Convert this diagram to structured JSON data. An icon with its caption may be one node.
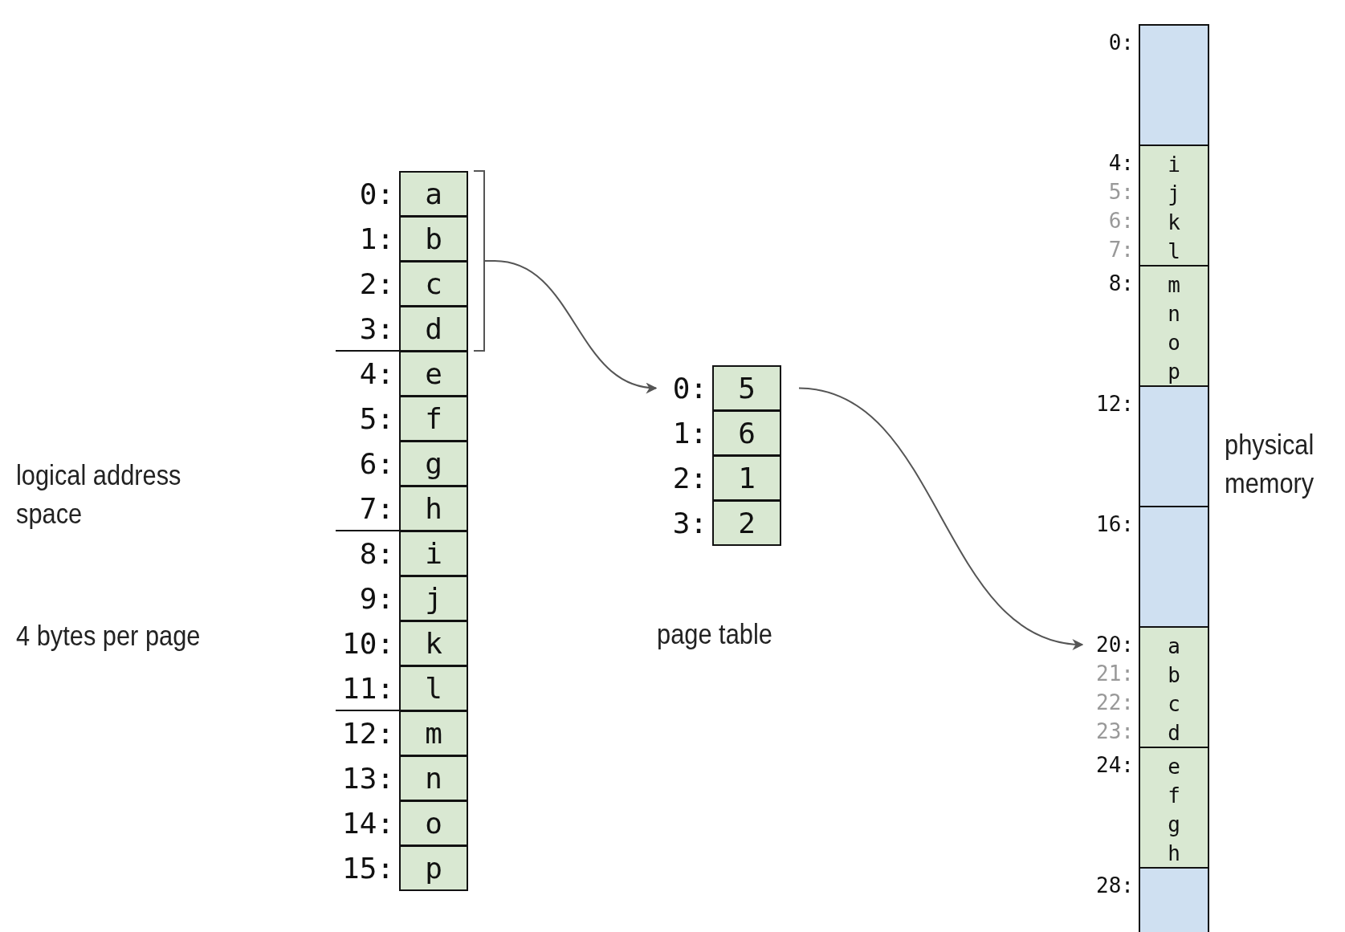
{
  "diagram": {
    "nodes": [
      {
        "text": [
          "a"
        ],
        "beside": [
          "0:"
        ]
      },
      {
        "text": [
          "b"
        ],
        "beside": [
          "1:"
        ]
      },
      {
        "text": [
          "c"
        ],
        "beside": [
          "2:"
        ]
      },
      {
        "text": [
          "d"
        ],
        "beside": [
          "3:"
        ]
      },
      {
        "text": [
          "e"
        ],
        "beside": [
          "4:"
        ]
      },
      {
        "text": [
          "f"
        ],
        "beside": [
          "5:"
        ]
      },
      {
        "text": [
          "g"
        ],
        "beside": [
          "6:"
        ]
      },
      {
        "text": [
          "h"
        ],
        "beside": [
          "7:"
        ]
      },
      {
        "text": [
          "i"
        ],
        "beside": [
          "8:"
        ]
      },
      {
        "text": [
          "j"
        ],
        "beside": [
          "9:"
        ]
      },
      {
        "text": [
          "k"
        ],
        "beside": [
          "10:"
        ]
      },
      {
        "text": [
          "l"
        ],
        "beside": [
          "11:"
        ]
      },
      {
        "text": [
          "m"
        ],
        "beside": [
          "12:"
        ]
      },
      {
        "text": [
          "n"
        ],
        "beside": [
          "13:"
        ]
      },
      {
        "text": [
          "o"
        ],
        "beside": [
          "14:"
        ]
      },
      {
        "text": [
          "p"
        ],
        "beside": [
          "15:"
        ]
      },
      {
        "text": [],
        "shape": "bracket"
      },
      {
        "text": [
          "5"
        ],
        "beside": [
          "0:"
        ]
      },
      {
        "text": [
          "6"
        ],
        "beside": [
          "1:"
        ]
      },
      {
        "text": [
          "1"
        ],
        "beside": [
          "2:"
        ]
      },
      {
        "text": [
          "2"
        ],
        "beside": [
          "3:"
        ]
      },
      {
        "text": [],
        "shape": "box",
        "beside": [
          "0:"
        ]
      },
      {
        "text": [
          "i",
          "j",
          "k",
          "l"
        ],
        "beside": [
          "4:",
          "5:",
          "6:",
          "7:"
        ]
      },
      {
        "text": [
          "m",
          "n",
          "o",
          "p"
        ],
        "beside": [
          "8:"
        ]
      },
      {
        "text": [],
        "shape": "box",
        "beside": [
          "12:"
        ]
      },
      {
        "text": [],
        "shape": "box",
        "beside": [
          "16:"
        ]
      },
      {
        "text": [
          "a",
          "b",
          "c",
          "d"
        ],
        "beside": [
          "20:",
          "21:",
          "22:",
          "23:"
        ]
      },
      {
        "text": [
          "e",
          "f",
          "g",
          "h"
        ],
        "beside": [
          "24:"
        ]
      },
      {
        "text": [],
        "shape": "box",
        "beside": [
          "28:"
        ]
      }
    ],
    "edges": [
      {
        "from": 16,
        "to": 17,
        "arrow": "to"
      },
      {
        "from": 17,
        "to": 26,
        "arrow": "to"
      }
    ],
    "labels": [
      "logical address space",
      "4 bytes per page",
      "page table",
      "physical memory"
    ]
  }
}
